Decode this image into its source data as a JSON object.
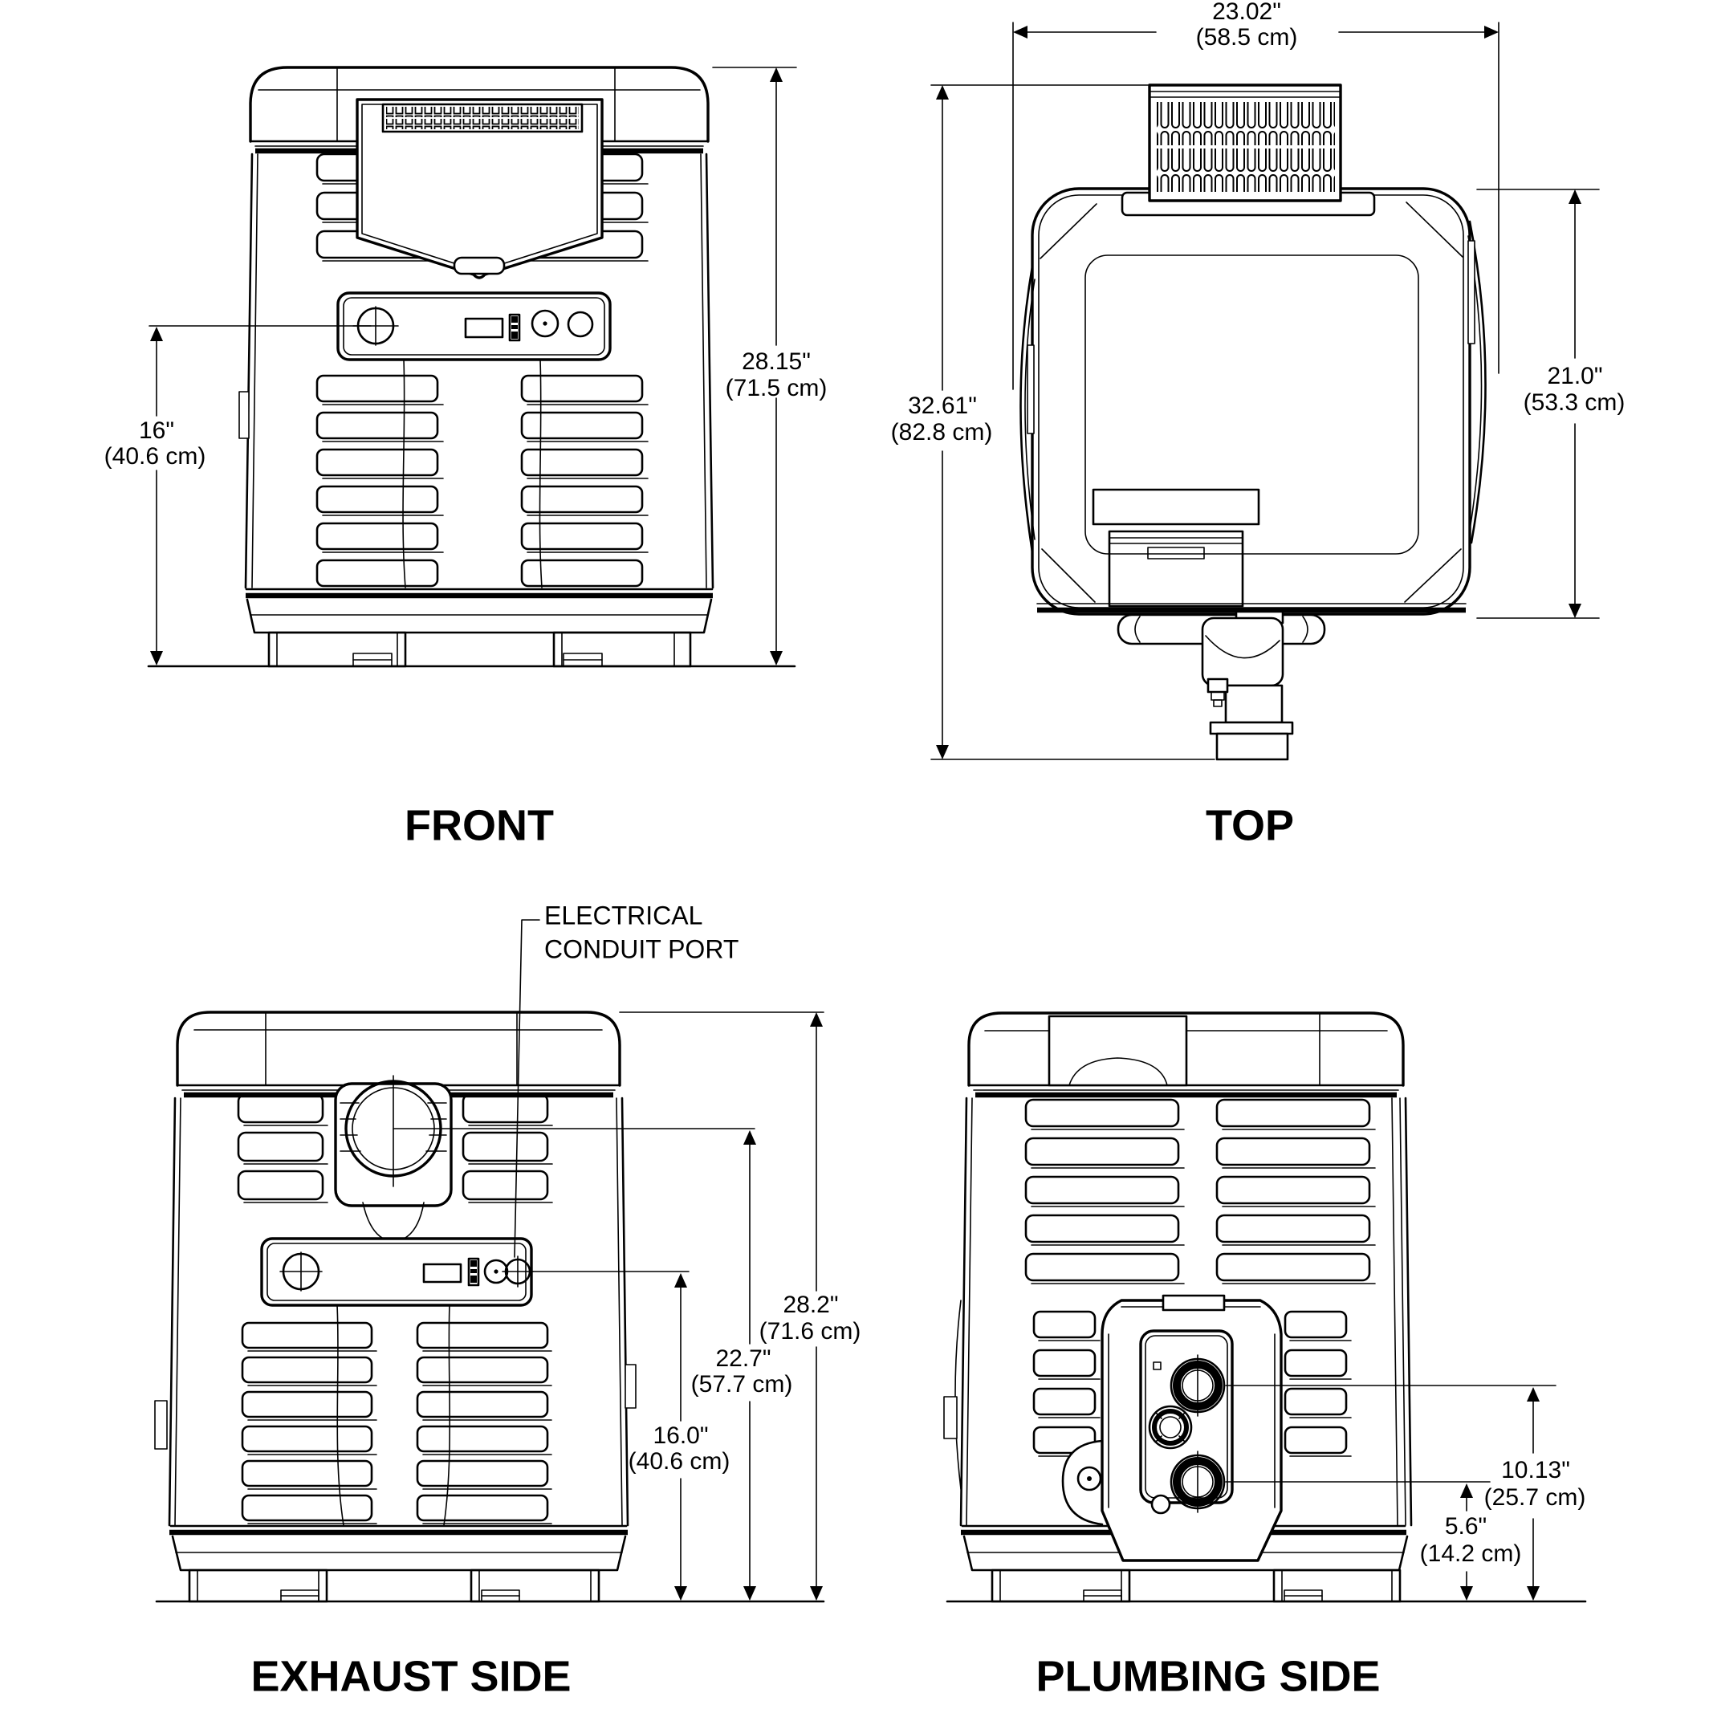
{
  "drawing": {
    "views": {
      "front": {
        "label": "FRONT",
        "dim_overall_height_in": "28.15\"",
        "dim_overall_height_cm": "(71.5 cm)",
        "dim_panel_height_in": "16\"",
        "dim_panel_height_cm": "(40.6 cm)"
      },
      "top": {
        "label": "TOP",
        "dim_width_in": "23.02\"",
        "dim_width_cm": "(58.5 cm)",
        "dim_overall_depth_in": "32.61\"",
        "dim_overall_depth_cm": "(82.8 cm)",
        "dim_body_depth_in": "21.0\"",
        "dim_body_depth_cm": "(53.3 cm)"
      },
      "exhaust": {
        "label": "EXHAUST SIDE",
        "callout_line1": "ELECTRICAL",
        "callout_line2": "CONDUIT PORT",
        "dim_overall_height_in": "28.2\"",
        "dim_overall_height_cm": "(71.6 cm)",
        "dim_exhaust_center_in": "22.7\"",
        "dim_exhaust_center_cm": "(57.7 cm)",
        "dim_panel_height_in": "16.0\"",
        "dim_panel_height_cm": "(40.6 cm)"
      },
      "plumbing": {
        "label": "PLUMBING SIDE",
        "dim_inlet_height_in": "10.13\"",
        "dim_inlet_height_cm": "(25.7 cm)",
        "dim_outlet_height_in": "5.6\"",
        "dim_outlet_height_cm": "(14.2 cm)"
      }
    },
    "colors": {
      "line": "#000000",
      "background": "#ffffff"
    }
  }
}
